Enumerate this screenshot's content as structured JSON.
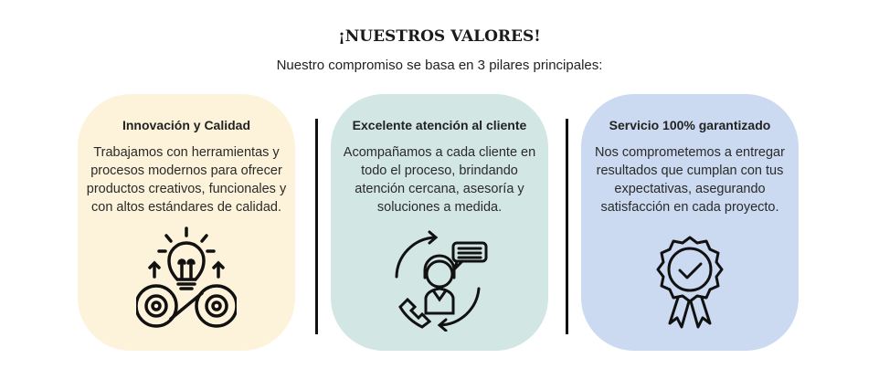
{
  "header": {
    "title": "¡NUESTROS VALORES!",
    "subtitle": "Nuestro compromiso se basa en 3 pilares principales:"
  },
  "cards": [
    {
      "title": "Innovación y Calidad",
      "text": "Trabajamos con herramientas y procesos modernos para ofrecer productos creativos, funcionales y con altos estándares de calidad.",
      "icon": "lightbulb-gears-icon",
      "color": "#fdf3da"
    },
    {
      "title": "Excelente atención al cliente",
      "text": "Acompañamos a cada cliente en todo el proceso, brindando atención cercana, asesoría y soluciones a medida.",
      "icon": "customer-support-icon",
      "color": "#d2e6e3"
    },
    {
      "title": "Servicio 100% garantizado",
      "text": "Nos comprometemos a entregar resultados que cumplan con tus expectativas, asegurando satisfacción en cada proyecto.",
      "icon": "award-badge-icon",
      "color": "#cbdaf0"
    }
  ]
}
